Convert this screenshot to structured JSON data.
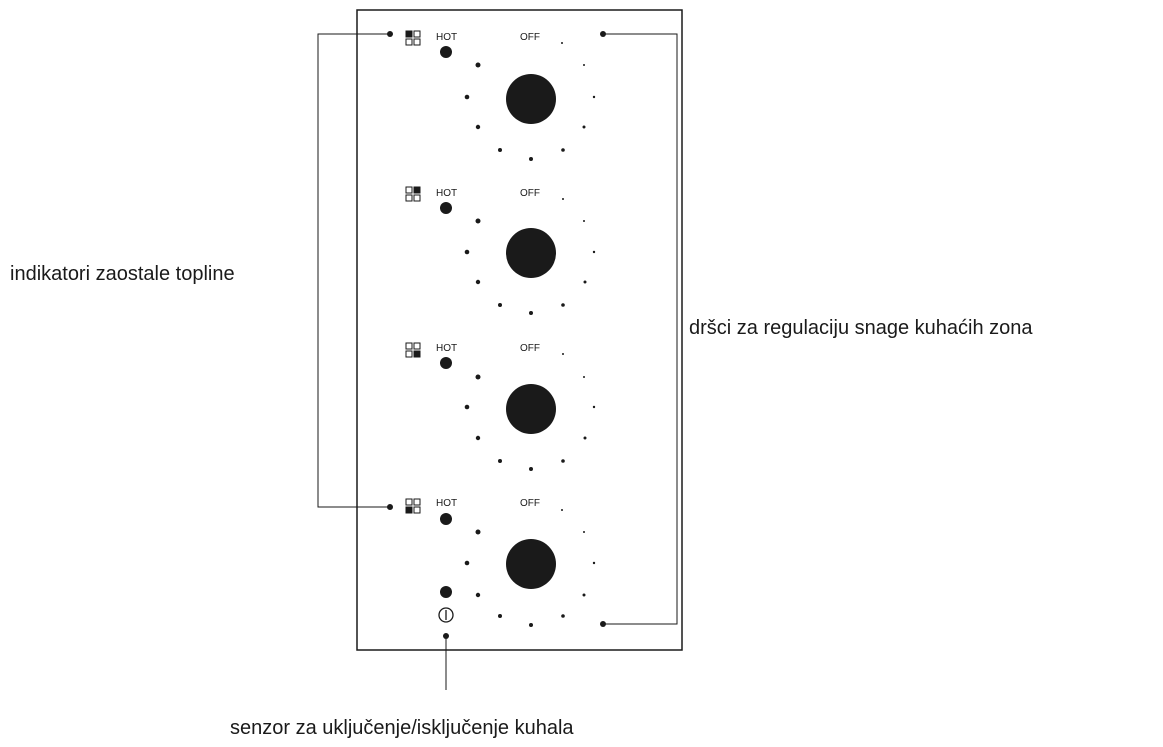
{
  "annotations": {
    "residual_heat": "indikatori zaostale topline",
    "power_knobs": "dršci za regulaciju snage kuhaćih zona",
    "power_sensor": "senzor za uključenje/isključenje kuhala"
  },
  "zones": [
    {
      "hot_label": "HOT",
      "off_label": "OFF",
      "zone_icon": "zone-top-left-icon"
    },
    {
      "hot_label": "HOT",
      "off_label": "OFF",
      "zone_icon": "zone-top-right-icon"
    },
    {
      "hot_label": "HOT",
      "off_label": "OFF",
      "zone_icon": "zone-bottom-right-icon"
    },
    {
      "hot_label": "HOT",
      "off_label": "OFF",
      "zone_icon": "zone-bottom-left-icon"
    }
  ],
  "power_icon": "power-icon",
  "colors": {
    "ink": "#1a1a1a",
    "background": "#ffffff"
  }
}
